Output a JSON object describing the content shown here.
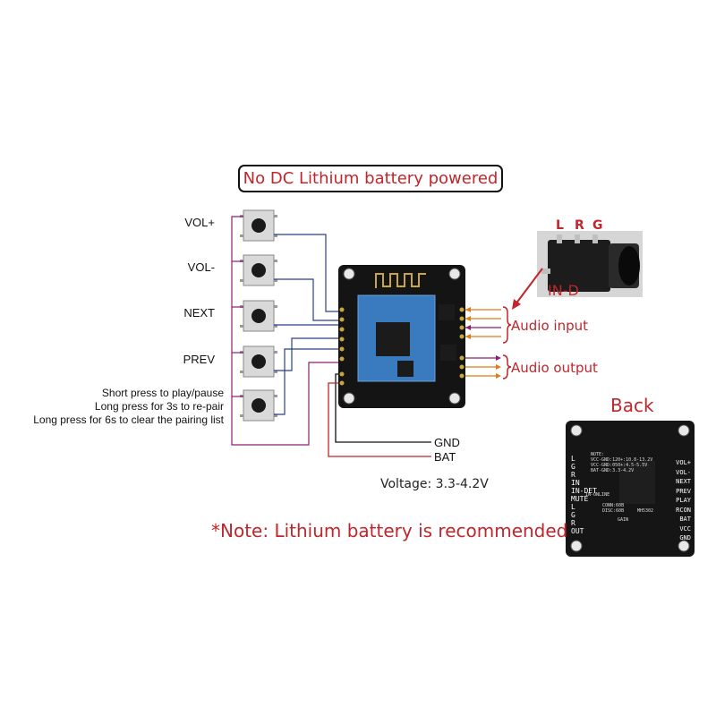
{
  "title": "No DC  Lithium battery powered",
  "buttons": [
    {
      "label": "VOL+"
    },
    {
      "label": "VOL-"
    },
    {
      "label": "NEXT"
    },
    {
      "label": "PREV"
    }
  ],
  "play_button_notes": [
    "Short press to play/pause",
    "Long press for 3s to re-pair",
    "Long press for 6s to clear the pairing list"
  ],
  "power_pins": {
    "gnd": "GND",
    "bat": "BAT"
  },
  "audio_input_label": "Audio input",
  "audio_output_label": "Audio output",
  "jack": {
    "l": "L",
    "r": "R",
    "g": "G",
    "detect": "IN-D"
  },
  "voltage": "Voltage: 3.3-4.2V",
  "recommendation": "*Note: Lithium battery is recommended",
  "back_title": "Back",
  "back_board": {
    "left_pins": [
      "L",
      "G",
      "R",
      "IN",
      "IN-DET",
      "MUTE",
      "L",
      "G",
      "R",
      "OUT"
    ],
    "right_pins": [
      "VOL+",
      "VOL-",
      "NEXT",
      "PREV",
      "PLAY",
      "RCON",
      "BAT",
      "VCC",
      "GND"
    ],
    "note_title": "NOTE:",
    "note_lines": [
      "VCC-GND:120+:10.8-13.2V",
      "VCC-GND:050+:4.5-5.5V",
      "BAT-GND:3.3-4.2V"
    ],
    "in_online": "IN-ONLINE",
    "gain": "GAIN",
    "conn_lines": [
      "CONN:60B",
      "DISC:60B"
    ],
    "model": "MH5302"
  },
  "colors": {
    "accent": "#c0262b",
    "wire_blue": "#2b3f8f",
    "wire_purple": "#8e1d73",
    "wire_orange": "#e07a1c",
    "board": "#141414",
    "module": "#3a7bbf"
  }
}
